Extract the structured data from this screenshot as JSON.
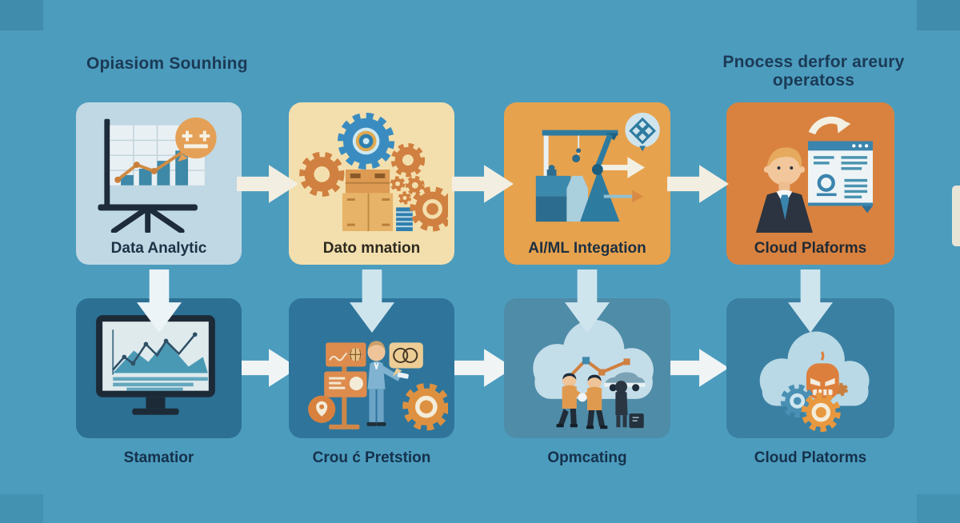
{
  "page": {
    "background_color": "#4c9cbe",
    "heading_left": "Opiasiom Sounhing",
    "heading_right": {
      "line1": "Pnocess derfor areury",
      "line2": "operatoss"
    }
  },
  "top_row": {
    "boxes": [
      {
        "label": "Data Analytic",
        "icon": "bar-chart-presentation-icon",
        "bg_color": "#c0d8e3"
      },
      {
        "label": "Dato mnation",
        "icon": "gears-automation-icon",
        "bg_color": "#f3dfad"
      },
      {
        "label": "AI/ML Integation",
        "icon": "machinery-pipeline-icon",
        "bg_color": "#e7a24d"
      },
      {
        "label": "Cloud Plaforms",
        "icon": "person-browser-icon",
        "bg_color": "#d9823f"
      }
    ]
  },
  "bottom_row": {
    "boxes": [
      {
        "label": "Stamatior",
        "icon": "monitor-analytics-icon",
        "bg_color": "#2c7093"
      },
      {
        "label": "Crou ć Pretstion",
        "icon": "presenter-signboard-icon",
        "bg_color": "#2f759b"
      },
      {
        "label": "Opmcating",
        "icon": "cloud-collaboration-icon",
        "bg_color": "#4f8ca7"
      },
      {
        "label": "Cloud Platorms",
        "icon": "cloud-robot-gears-icon",
        "bg_color": "#3a80a3"
      }
    ]
  },
  "arrows": {
    "top_right_arrow_count": 3,
    "bottom_right_arrow_count": 3,
    "down_arrow_count": 4,
    "right_arrow_color": "#f2efe2",
    "down_arrow_color": "#cfe5ee",
    "bottom_arrow_color": "#f0f4f5"
  },
  "colors": {
    "heading_text": "#1b3a55",
    "accent_orange": "#d98a43",
    "teal_blue": "#3a84ad",
    "light_cloud": "#c3dde9"
  }
}
